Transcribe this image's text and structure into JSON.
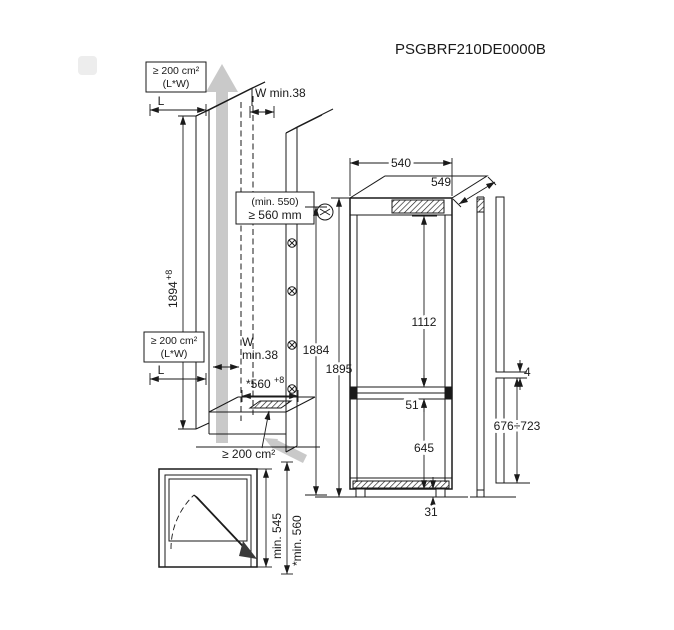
{
  "product_code": "PSGBRF210DE0000B",
  "colors": {
    "line": "#1a1a1a",
    "airflow_arrow": "#c9c9c9",
    "background": "#ffffff"
  },
  "niche_view": {
    "vent_area_top": {
      "line1": "≥ 200 cm²",
      "line2": "(L*W)"
    },
    "duct_length_top": "L",
    "wall_clearance_top": "W min.38",
    "niche_depth_note": "(min. 550)",
    "niche_depth_value": "≥ 560 mm",
    "niche_height": {
      "value": "1894",
      "tolerance": "+8"
    },
    "vent_area_mid": {
      "line1": "≥ 200 cm²",
      "line2": "(L*W)"
    },
    "duct_length_mid": "L",
    "wall_clearance_mid": {
      "line1": "W",
      "line2": "min.38"
    },
    "niche_width": {
      "value": "*560",
      "tolerance": "+8"
    },
    "vent_area_bottom": "≥ 200 cm²",
    "cabinet_height": "1884",
    "appliance_height": "1895"
  },
  "front_view": {
    "width": "540",
    "depth": "549",
    "fridge_compartment_height": "1112",
    "compartment_gap": "51",
    "freezer_compartment_height": "645",
    "plinth_clearance": "31"
  },
  "side_view": {
    "panel_gap": "4",
    "lower_panel_height_range": "676÷723"
  },
  "top_view": {
    "min_depth": "min. 545",
    "min_depth_with_wall_spacer": "*min. 560"
  }
}
